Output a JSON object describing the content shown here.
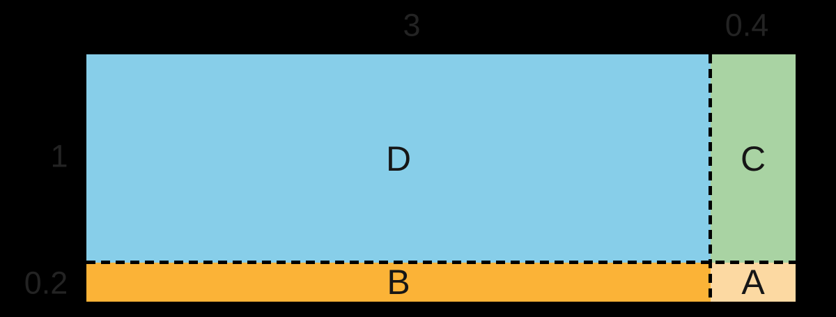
{
  "diagram": {
    "description": "Area model rectangle partitioned by dashed lines into four regions",
    "background_color": "#000000",
    "dimension_label_color": "#232323",
    "region_label_color": "#161616",
    "partition_line_color": "#000000",
    "dimension_labels": {
      "top_width": "3",
      "top_small_width": "0.4",
      "side_height": "1",
      "side_small_height": "0.2"
    },
    "regions": [
      {
        "id": "D",
        "label": "D",
        "color": "#87CEE9",
        "width_value": "3",
        "height_value": "1"
      },
      {
        "id": "C",
        "label": "C",
        "color": "#A9D3A3",
        "width_value": "0.4",
        "height_value": "1"
      },
      {
        "id": "B",
        "label": "B",
        "color": "#FBB337",
        "width_value": "3",
        "height_value": "0.2"
      },
      {
        "id": "A",
        "label": "A",
        "color": "#FCD9A2",
        "width_value": "0.4",
        "height_value": "0.2"
      }
    ]
  }
}
